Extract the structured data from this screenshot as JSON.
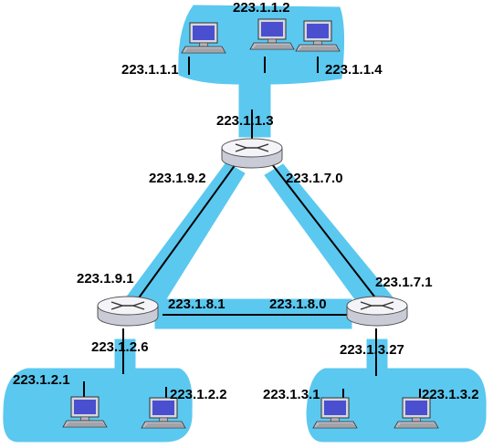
{
  "colors": {
    "subnet": "#5bc8f0",
    "link": "#000000",
    "router_top": "#f4f4f8",
    "router_side": "#c9cbd6",
    "screen": "#4a4fd0",
    "monitor": "#d7d7dd"
  },
  "labels": {
    "h_1_1_1": "223.1.1.1",
    "h_1_1_2": "223.1.1.2",
    "h_1_1_4": "223.1.1.4",
    "r1_1_3": "223.1.1.3",
    "r1_9_2": "223.1.9.2",
    "r1_7_0": "223.1.7.0",
    "r2_9_1": "223.1.9.1",
    "r2_8_1": "223.1.8.1",
    "r2_2_6": "223.1.2.6",
    "r3_7_1": "223.1.7.1",
    "r3_8_0": "223.1.8.0",
    "r3_3_27": "223.1.3.27",
    "h_1_2_1": "223.1.2.1",
    "h_1_2_2": "223.1.2.2",
    "h_1_3_1": "223.1.3.1",
    "h_1_3_2": "223.1.3.2"
  },
  "icons": {
    "router": "router-icon",
    "host": "desktop-computer-icon"
  }
}
